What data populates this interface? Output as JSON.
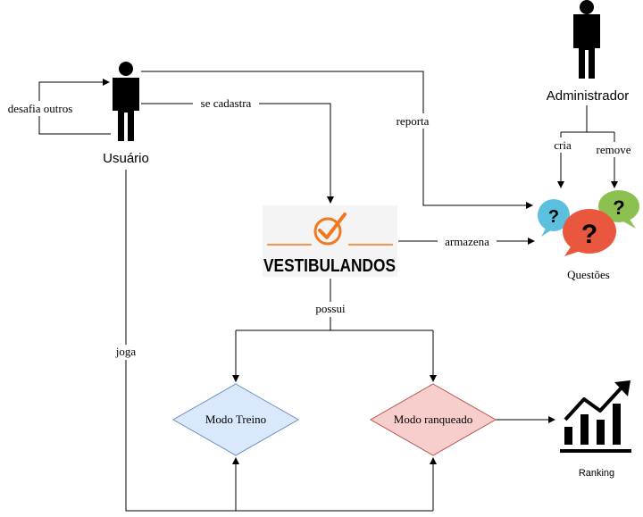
{
  "actors": {
    "usuario": "Usuário",
    "administrador": "Administrador"
  },
  "edges": {
    "desafia": "desafia outros",
    "cadastra": "se cadastra",
    "reporta": "reporta",
    "cria": "cria",
    "remove": "remove",
    "armazena": "armazena",
    "possui": "possui",
    "joga": "joga"
  },
  "logo": {
    "text": "VESTIBULANDOS",
    "color": "#f07820"
  },
  "questoes": {
    "label": "Questões",
    "bubbles": [
      {
        "glyph": "?",
        "color": "#5bc0de"
      },
      {
        "glyph": "?",
        "color": "#e9573f"
      },
      {
        "glyph": "?",
        "color": "#8cc152"
      }
    ]
  },
  "modes": {
    "treino": {
      "label": "Modo Treino",
      "fill": "#dae8fc",
      "stroke": "#6c8ebf"
    },
    "ranqueado": {
      "label": "Modo ranqueado",
      "fill": "#f8cecc",
      "stroke": "#b85450"
    }
  },
  "ranking": {
    "label": "Ranking"
  }
}
